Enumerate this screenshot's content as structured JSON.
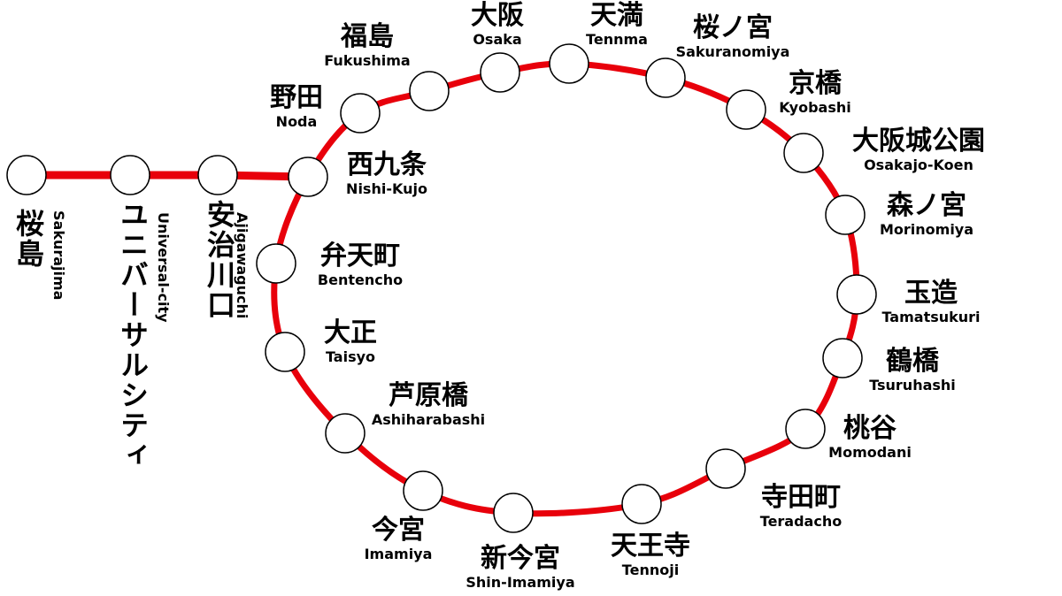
{
  "line_color": "#e8000b",
  "stations": [
    {
      "id": "sakurajima",
      "ja": "桜島",
      "en": "Sakurajima"
    },
    {
      "id": "universal-city",
      "ja": "ユニバーサルシティ",
      "en": "Universal-city"
    },
    {
      "id": "ajigawaguchi",
      "ja": "安治川口",
      "en": "Ajigawaguchi"
    },
    {
      "id": "nishi-kujo",
      "ja": "西九条",
      "en": "Nishi-Kujo"
    },
    {
      "id": "noda",
      "ja": "野田",
      "en": "Noda"
    },
    {
      "id": "fukushima",
      "ja": "福島",
      "en": "Fukushima"
    },
    {
      "id": "osaka",
      "ja": "大阪",
      "en": "Osaka"
    },
    {
      "id": "tennma",
      "ja": "天満",
      "en": "Tennma"
    },
    {
      "id": "sakuranomiya",
      "ja": "桜ノ宮",
      "en": "Sakuranomiya"
    },
    {
      "id": "kyobashi",
      "ja": "京橋",
      "en": "Kyobashi"
    },
    {
      "id": "osakajo-koen",
      "ja": "大阪城公園",
      "en": "Osakajo-Koen"
    },
    {
      "id": "morinomiya",
      "ja": "森ノ宮",
      "en": "Morinomiya"
    },
    {
      "id": "tamatsukuri",
      "ja": "玉造",
      "en": "Tamatsukuri"
    },
    {
      "id": "tsuruhashi",
      "ja": "鶴橋",
      "en": "Tsuruhashi"
    },
    {
      "id": "momodani",
      "ja": "桃谷",
      "en": "Momodani"
    },
    {
      "id": "teradacho",
      "ja": "寺田町",
      "en": "Teradacho"
    },
    {
      "id": "tennoji",
      "ja": "天王寺",
      "en": "Tennoji"
    },
    {
      "id": "shin-imamiya",
      "ja": "新今宮",
      "en": "Shin-Imamiya"
    },
    {
      "id": "imamiya",
      "ja": "今宮",
      "en": "Imamiya"
    },
    {
      "id": "ashiharabashi",
      "ja": "芦原橋",
      "en": "Ashiharabashi"
    },
    {
      "id": "taisyo",
      "ja": "大正",
      "en": "Taisyo"
    },
    {
      "id": "bentencho",
      "ja": "弁天町",
      "en": "Bentencho"
    }
  ]
}
